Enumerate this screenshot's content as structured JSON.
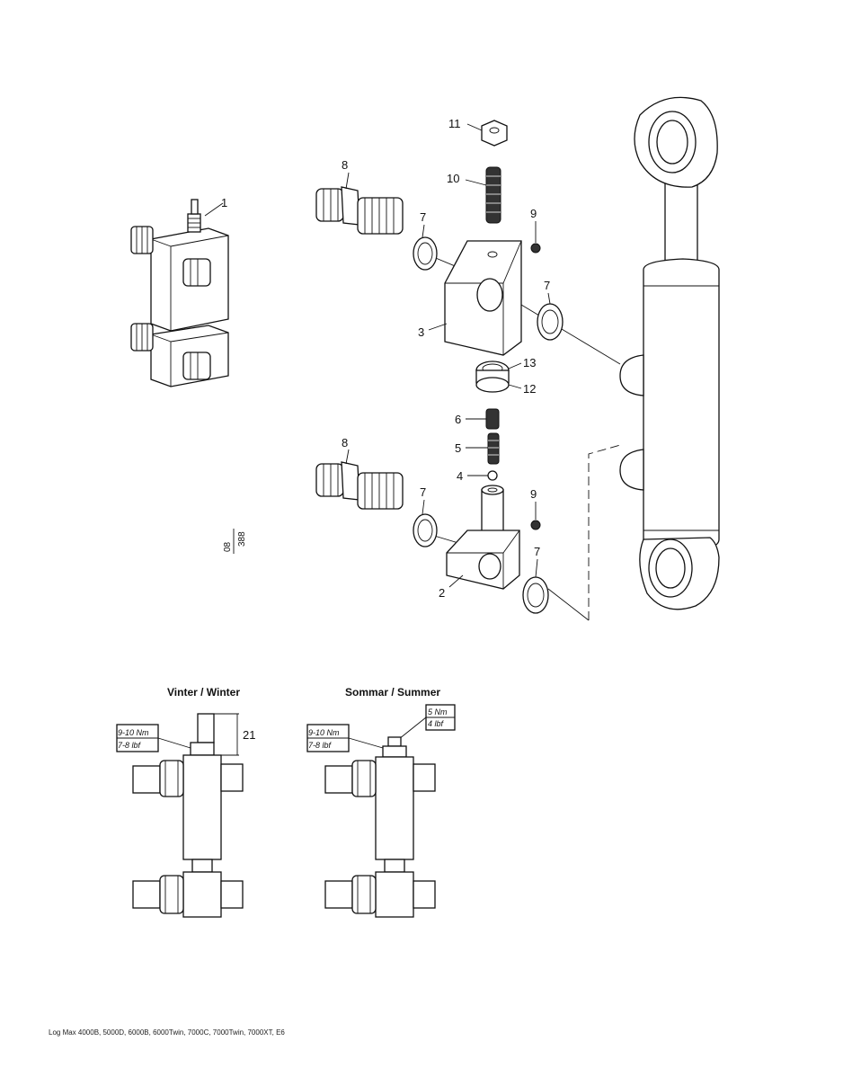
{
  "callouts": {
    "c1": "1",
    "c2": "2",
    "c3": "3",
    "c4": "4",
    "c5": "5",
    "c6": "6",
    "c7a": "7",
    "c7b": "7",
    "c7c": "7",
    "c7d": "7",
    "c8a": "8",
    "c8b": "8",
    "c9a": "9",
    "c9b": "9",
    "c10": "10",
    "c11": "11",
    "c12": "12",
    "c13": "13",
    "c21": "21"
  },
  "drawing_code": {
    "top": "08",
    "bottom": "388"
  },
  "views": {
    "winter": {
      "title": "Vinter / Winter",
      "torque_nm": "9-10 Nm",
      "torque_lbf": "7-8 lbf"
    },
    "summer": {
      "title": "Sommar / Summer",
      "torque_nm": "9-10 Nm",
      "torque_lbf": "7-8 lbf",
      "cap_nm": "5 Nm",
      "cap_lbf": "4 lbf"
    }
  },
  "footer": "Log Max 4000B, 5000D, 6000B, 6000Twin, 7000C, 7000Twin, 7000XT, E6"
}
